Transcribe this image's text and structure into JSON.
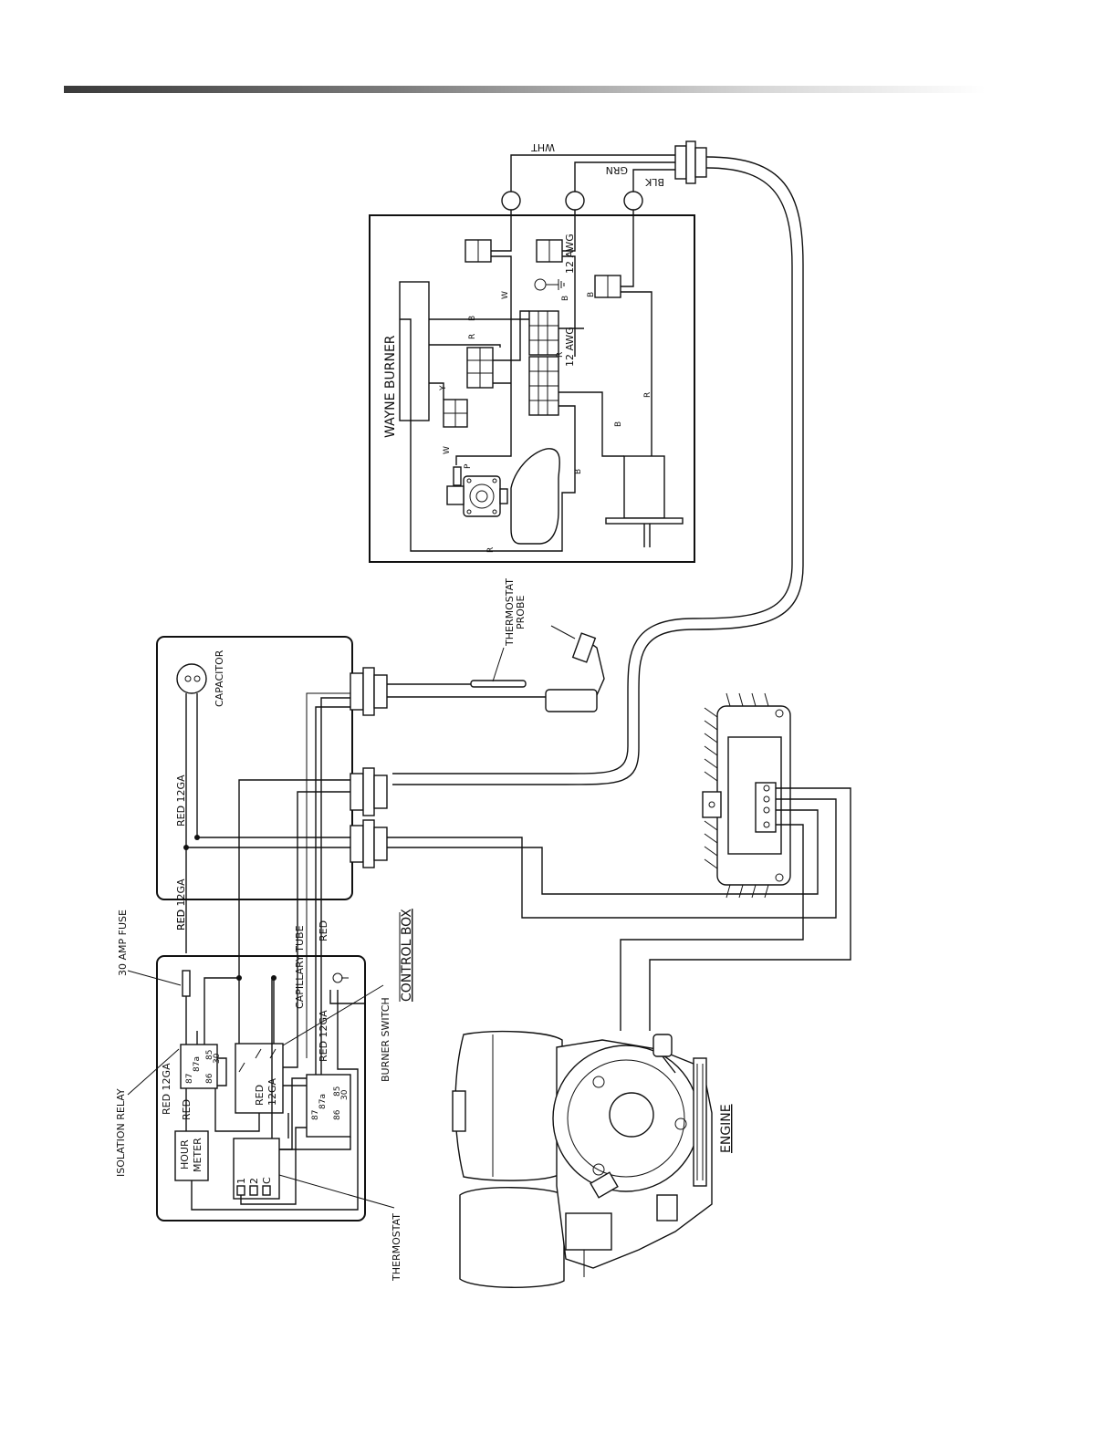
{
  "labels": {
    "wht": "WHT",
    "grn": "GRN",
    "blk": "BLK",
    "twelve_awg_a": "12 AWG",
    "twelve_awg_b": "12 AWG",
    "wayne_burner": "WAYNE BURNER",
    "wire_w1": "W",
    "wire_w2": "W",
    "wire_b1": "B",
    "wire_b2": "B",
    "wire_b3": "B",
    "wire_b4": "B",
    "wire_b5": "B",
    "wire_r1": "R",
    "wire_r2": "R",
    "wire_r3": "R",
    "wire_r4": "R",
    "wire_y": "Y",
    "wire_p": "P",
    "thermostat_probe_1": "THERMOSTAT",
    "thermostat_probe_2": "PROBE",
    "capacitor": "CAPACITOR",
    "red_12ga_1": "RED  12GA",
    "red_12ga_2": "RED  12GA",
    "red_12ga_3": "RED  12GA",
    "red_12ga_4": "RED 12GA",
    "fuse": "30 AMP FUSE",
    "red_1": "RED",
    "red_2": "RED",
    "red_3": "RED",
    "red_4": "RED",
    "gauge_12ga": "12GA",
    "capillary_tube": "CAPILLARY TUBE",
    "control_box": "CONTROL BOX",
    "burner_switch": "BURNER SWITCH",
    "isolation_relay": "ISOLATION RELAY",
    "hour_meter_1": "HOUR",
    "hour_meter_2": "METER",
    "thermostat": "THERMOSTAT",
    "engine": "ENGINE",
    "pin_87": "87",
    "pin_87a": "87a",
    "pin_85": "85",
    "pin_86": "86",
    "pin_30": "30",
    "pin_87b": "87",
    "pin_87ab": "87a",
    "pin_85b": "85",
    "pin_86b": "86",
    "pin_30b": "30",
    "term_1": "1",
    "term_2": "2",
    "term_c": "C"
  },
  "colors": {
    "ink": "#111111",
    "paper": "#ffffff"
  }
}
